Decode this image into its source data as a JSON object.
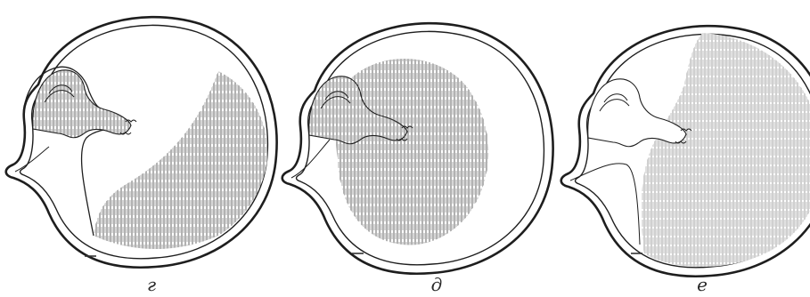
{
  "figure": {
    "panels": [
      {
        "id": "g",
        "label": "г",
        "shading": "diagonal-lower-right"
      },
      {
        "id": "d",
        "label": "д",
        "shading": "center-blob"
      },
      {
        "id": "e",
        "label": "е",
        "shading": "right-half"
      }
    ],
    "colors": {
      "ink": "#1e1e1e",
      "hatch": "#555555",
      "paper": "#ffffff"
    }
  }
}
